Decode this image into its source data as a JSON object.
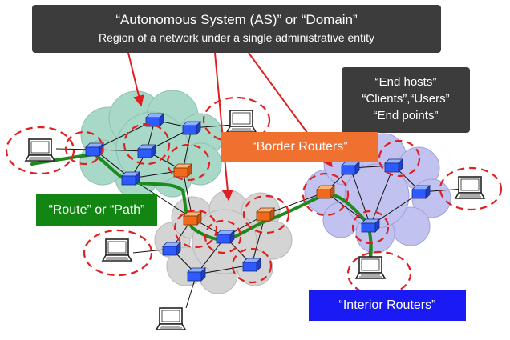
{
  "callouts": {
    "as_title": "“Autonomous System (AS)” or “Domain”",
    "as_subtitle": "Region of a network under a single administrative entity",
    "end_hosts": "“End hosts”",
    "clients_users": "“Clients”,“Users”",
    "end_points": "“End points”",
    "border_routers": "“Border Routers”",
    "route_or_path": "“Route” or “Path”",
    "interior_routers": "“Interior Routers”"
  },
  "colors": {
    "dark_box": "#3c3c3c",
    "border_box": "#f07030",
    "route_box": "#138513",
    "interior_box": "#1a1af5",
    "arrow": "#e02020",
    "path": "#1e8a1e",
    "interior_router": "#2e5bff",
    "border_router": "#f06a1a",
    "cloud_green": "#a8d8c8",
    "cloud_gray": "#d4d4d4",
    "cloud_blue": "#c2c2f0"
  },
  "icons": [
    "laptop-icon",
    "router-icon",
    "cloud-shape",
    "dashed-circle"
  ]
}
